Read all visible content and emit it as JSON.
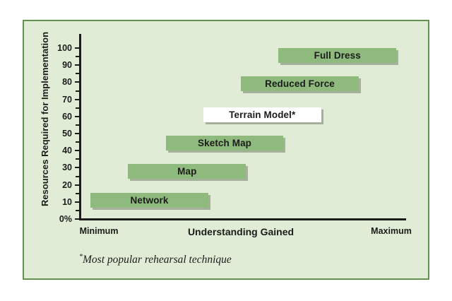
{
  "colors": {
    "page_bg": "#ffffff",
    "panel_bg": "#e1ecd7",
    "panel_border": "#639150",
    "bar_green": "#8eba7e",
    "bar_white": "#ffffff",
    "axis": "#1c1c1a",
    "text": "#1c1c1a",
    "shadow": "rgba(108,118,98,0.5)"
  },
  "chart_data": {
    "type": "bar",
    "subtype": "floating_horizontal_bars",
    "title": "",
    "xlabel": "Understanding Gained",
    "ylabel": "Resources Required for Implementation",
    "x_axis": {
      "min_label": "Minimum",
      "max_label": "Maximum"
    },
    "y_axis": {
      "min": 0,
      "max": 100,
      "major_tick_step": 10,
      "minor_tick_step": 5,
      "tick_labels": [
        "0%",
        "10",
        "20",
        "30",
        "40",
        "50",
        "60",
        "70",
        "80",
        "90",
        "100"
      ]
    },
    "bars": [
      {
        "label": "Full Dress",
        "understanding_pct": [
          61,
          97
        ],
        "resources": 95.5,
        "fill": "#8eba7e"
      },
      {
        "label": "Reduced Force",
        "understanding_pct": [
          49.5,
          85.5
        ],
        "resources": 79,
        "fill": "#8eba7e"
      },
      {
        "label": "Terrain Model*",
        "understanding_pct": [
          38,
          74
        ],
        "resources": 61,
        "fill": "#ffffff"
      },
      {
        "label": "Sketch Map",
        "understanding_pct": [
          26.5,
          62.5
        ],
        "resources": 44.5,
        "fill": "#8eba7e"
      },
      {
        "label": "Map",
        "understanding_pct": [
          15,
          51
        ],
        "resources": 28,
        "fill": "#8eba7e"
      },
      {
        "label": "Network",
        "understanding_pct": [
          3.5,
          39.5
        ],
        "resources": 11,
        "fill": "#8eba7e"
      }
    ],
    "bar_thickness_resources_units": 9,
    "footnote_marker": "*",
    "footnote_text": "Most popular rehearsal technique",
    "legend": "none",
    "grid": "off"
  }
}
